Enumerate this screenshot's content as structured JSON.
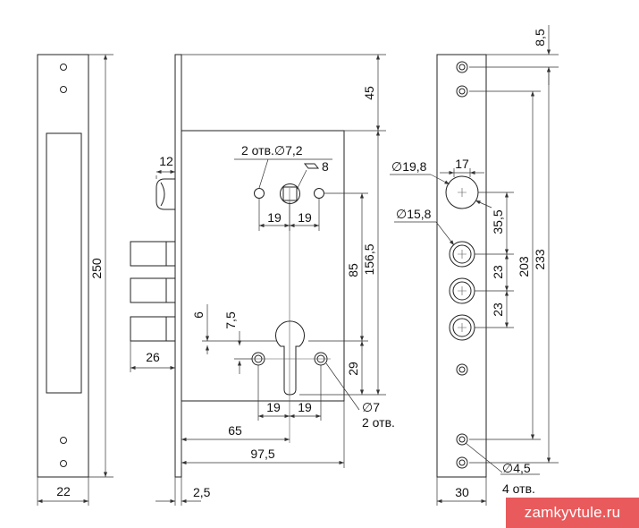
{
  "watermark": "zamkyvtule.ru",
  "dimensions": {
    "d8_5": "8,5",
    "d45": "45",
    "d12": "12",
    "holes_7_2": "2 отв.∅7,2",
    "square_8": "8",
    "d19_a": "19",
    "d19_b": "19",
    "d19_c": "19",
    "d19_d": "19",
    "d250": "250",
    "d85": "85",
    "d156_5": "156,5",
    "d6": "6",
    "d7_5": "7,5",
    "d26": "26",
    "d29": "29",
    "d7": "∅7",
    "holes_2": "2 отв.",
    "d65": "65",
    "d97_5": "97,5",
    "d22": "22",
    "d2_5": "2,5",
    "d19_8": "∅19,8",
    "d17": "17",
    "d15_8": "∅15,8",
    "d35_5": "35,5",
    "d23_a": "23",
    "d23_b": "23",
    "d203": "203",
    "d233": "233",
    "d4_5": "∅4,5",
    "holes_4": "4 отв.",
    "d30": "30"
  }
}
